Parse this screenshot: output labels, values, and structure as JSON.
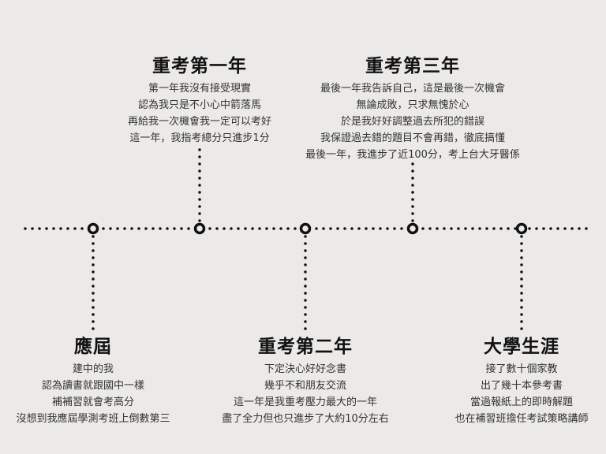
{
  "milestones": [
    {
      "title": "應屆",
      "lines": [
        "建中的我",
        "認為讀書就跟國中一樣",
        "補補習就會考高分",
        "沒想到我應屆學測考班上倒數第三"
      ]
    },
    {
      "title": "重考第一年",
      "lines": [
        "第一年我沒有接受現實",
        "認為我只是不小心中箭落馬",
        "再給我一次機會我一定可以考好",
        "這一年，我指考總分只進步1分"
      ]
    },
    {
      "title": "重考第二年",
      "lines": [
        "下定決心好好念書",
        "幾乎不和朋友交流",
        "這一年是我重考壓力最大的一年",
        "盡了全力但也只進步了大約10分左右"
      ]
    },
    {
      "title": "重考第三年",
      "lines": [
        "最後一年我告訴自己，這是最後一次機會",
        "無論成敗，只求無愧於心",
        "於是我好好調整過去所犯的錯誤",
        "我保證過去錯的題目不會再錯，徹底搞懂",
        "最後一年，我進步了近100分，考上台大牙醫係"
      ]
    },
    {
      "title": "大學生涯",
      "lines": [
        "接了數十個家教",
        "出了幾十本參考書",
        "當過報紙上的即時解題",
        "也在補習班擔任考試策略講師"
      ]
    }
  ],
  "colors": {
    "background": "#ebeae8",
    "line": "#111111"
  }
}
